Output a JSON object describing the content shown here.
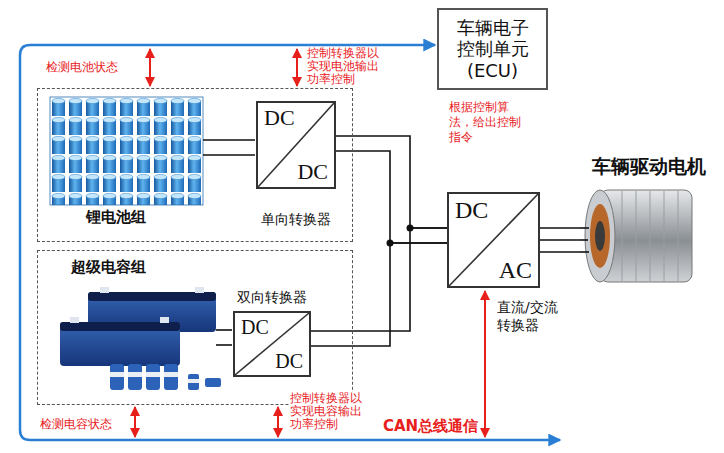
{
  "diagram": {
    "nodes": [
      {
        "text": [
          "锂电池组"
        ]
      },
      {
        "text": [
          "DC",
          "DC",
          "单向转换器"
        ],
        "in": 0
      },
      {
        "text": [
          "超级电容组"
        ]
      },
      {
        "text": [
          "DC",
          "DC",
          "双向转换器"
        ],
        "in": 2
      },
      {
        "text": [
          "车辆电子 控制单元 (ECU)"
        ]
      },
      {
        "text": [
          "DC",
          "AC",
          "直流/交流 转换器"
        ]
      },
      {
        "text": [
          "车辆驱动电机"
        ]
      }
    ],
    "edges": [
      {
        "from": 1,
        "to": 5,
        "arrow": "none"
      },
      {
        "from": 3,
        "to": 5,
        "arrow": "none"
      },
      {
        "from": 5,
        "to": 6,
        "arrow": "none"
      }
    ],
    "labels": [
      "检测电池状态",
      "控制转换器以 实现电池输出 功率控制",
      "根据控制算 法，给出控制 指令",
      "检测电容状态",
      "控制转换器以 实现电容输出 功率控制",
      "CAN总线通信"
    ]
  }
}
